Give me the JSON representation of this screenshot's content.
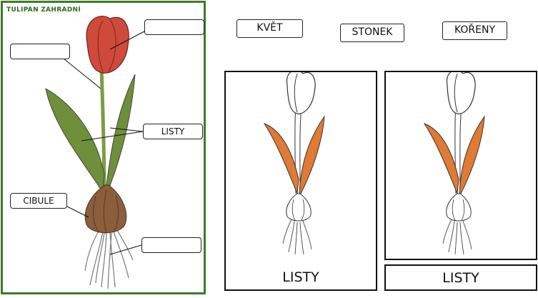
{
  "diagram": {
    "title": "TULIPÁN ZAHRADNÍ",
    "labels": {
      "flower_blank": "",
      "stem_blank": "",
      "leaves": "LISTY",
      "bulb": "CIBULE",
      "roots_blank": ""
    },
    "colors": {
      "frame": "#3f7a2a",
      "petal": "#cf4a3a",
      "leaf": "#6f8f3a",
      "bulb": "#8b5e3c"
    }
  },
  "word_cards": [
    "KVĚT",
    "STONEK",
    "KOŘENY"
  ],
  "cards": {
    "card1": {
      "caption": "LISTY",
      "highlight_color": "#e07a35"
    },
    "card2": {
      "caption": "LISTY",
      "highlight_color": "#e07a35"
    }
  }
}
